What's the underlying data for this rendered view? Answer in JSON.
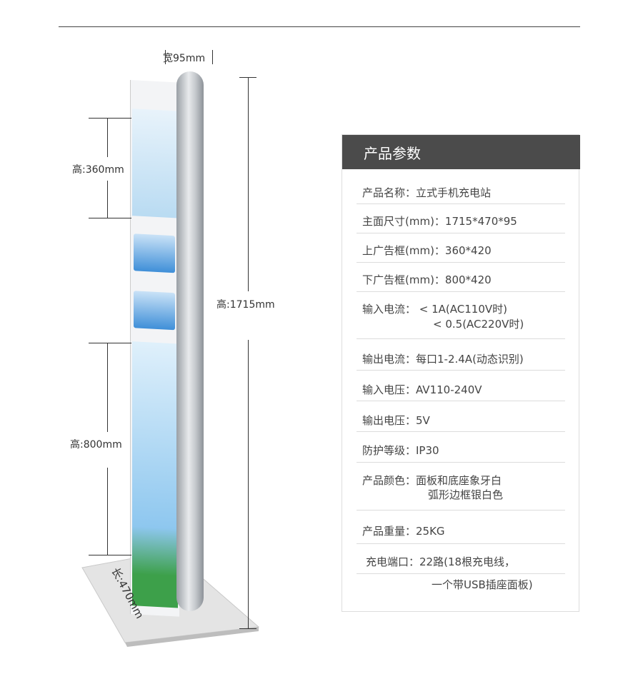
{
  "dimensions": {
    "width": "宽95mm",
    "height_total": "高:1715mm",
    "height_top": "高:360mm",
    "height_bottom": "高:800mm",
    "length": "长:470mm"
  },
  "spec": {
    "title": "产品参数",
    "rows": [
      {
        "label": "产品名称：立式手机充电站"
      },
      {
        "label": "主面尺寸(mm)：1715*470*95"
      },
      {
        "label": "上广告框(mm)：360*420"
      },
      {
        "label": "下广告框(mm)：800*420"
      },
      {
        "label": "输入电流： < 1A(AC110V时)",
        "line2": "< 0.5(AC220V时)"
      },
      {
        "label": "输出电流：每口1-2.4A(动态识别)"
      },
      {
        "label": "输入电压：AV110-240V"
      },
      {
        "label": "输出电压：5V"
      },
      {
        "label": "防护等级：IP30"
      },
      {
        "label": "产品颜色：面板和底座象牙白",
        "line2": "弧形边框银白色"
      },
      {
        "label": "产品重量：25KG"
      },
      {
        "label": "充电端口：22路(18根充电线，",
        "line2": "一个带USB插座面板)"
      }
    ]
  },
  "colors": {
    "header_bg": "#4b4b4b",
    "panel_blue": "#3f8fd8"
  }
}
